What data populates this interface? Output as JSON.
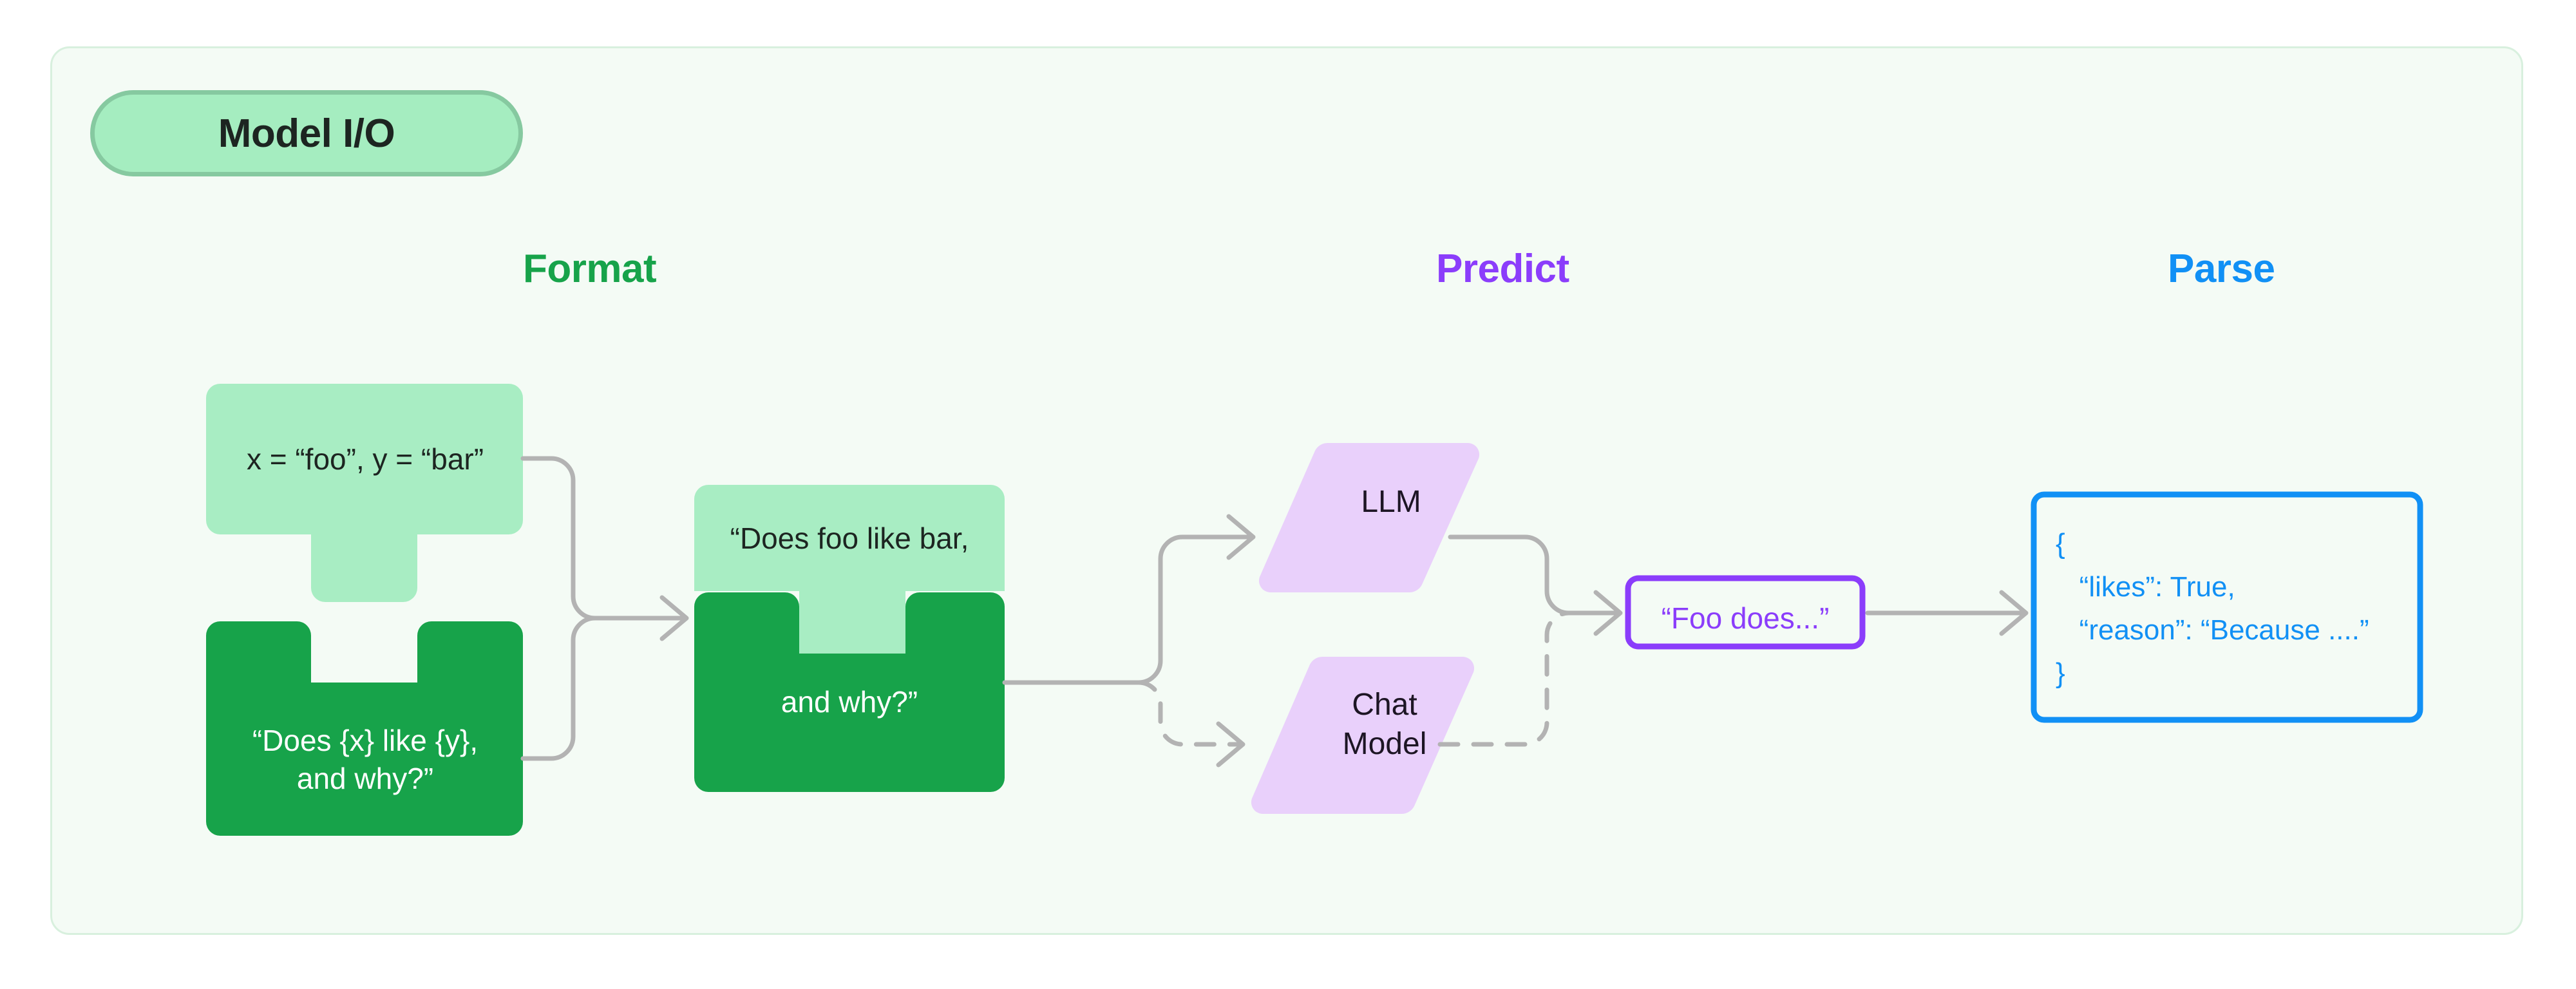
{
  "card": {
    "background": "#f4fbf5",
    "border_color": "#d8f0de"
  },
  "badge": {
    "label": "Model I/O",
    "fill": "#a5edc0",
    "border": "#86c9a0",
    "text_color": "#1d2521"
  },
  "sections": [
    {
      "label": "Format",
      "color": "#17a34a"
    },
    {
      "label": "Predict",
      "color": "#8b3dfb"
    },
    {
      "label": "Parse",
      "color": "#1190f5"
    }
  ],
  "format": {
    "variables_block": {
      "text": "x = “foo”, y = “bar”",
      "fill": "#a8edc3",
      "text_color": "#1d2521",
      "shape": "puzzle-tab-bottom"
    },
    "template_block": {
      "text": "“Does {x} like {y},\nand why?”",
      "fill": "#17a34a",
      "text_color": "#ffffff",
      "shape": "puzzle-notch-top"
    },
    "merged_block": {
      "top_text": "“Does foo like bar,",
      "bottom_text": "and why?”",
      "top_fill": "#a8edc3",
      "bottom_fill": "#17a34a",
      "top_text_color": "#1d2521",
      "bottom_text_color": "#ffffff",
      "shape": "puzzle-joined"
    }
  },
  "predict": {
    "llm_node": {
      "label": "LLM",
      "fill": "#e9d0fb",
      "text_color": "#1d1524",
      "shape": "parallelogram",
      "connector": "solid"
    },
    "chat_model_node": {
      "label": "Chat\nModel",
      "fill": "#e9d0fb",
      "text_color": "#1d1524",
      "shape": "parallelogram",
      "connector": "dashed"
    },
    "response_box": {
      "text": "“Foo does...”",
      "border": "#8b3dfb",
      "text_color": "#8b3dfb",
      "fill": "transparent"
    }
  },
  "parse": {
    "output_box": {
      "lines": [
        "{",
        "   “likes”: True,",
        "   “reason”: “Because ....”",
        "}"
      ],
      "border": "#1190f5",
      "text_color": "#1190f5",
      "fill": "transparent"
    }
  },
  "connectors": {
    "stroke": "#b3b3b3",
    "stroke_width": 7,
    "dash_pattern": "28 24",
    "arrowhead": "chevron"
  }
}
